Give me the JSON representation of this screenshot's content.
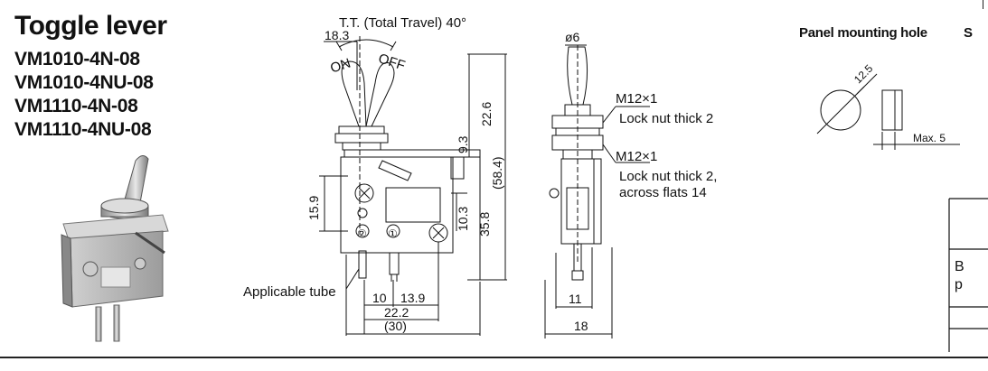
{
  "heading": {
    "title": "Toggle lever",
    "models": [
      "VM1010-4N-08",
      "VM1010-4NU-08",
      "VM1110-4N-08",
      "VM1110-4NU-08"
    ]
  },
  "front_view": {
    "total_travel": "T.T. (Total Travel) 40°",
    "dim_18_3": "18.3",
    "label_on": "ON",
    "label_off": "OFF",
    "dim_22_6": "22.6",
    "dim_9_3": "9.3",
    "dim_58_4": "(58.4)",
    "dim_15_9": "15.9",
    "dim_10_3": "10.3",
    "dim_35_8": "35.8",
    "port_2": "②",
    "port_1": "①",
    "applicable_tube": "Applicable tube",
    "dim_10": "10",
    "dim_13_9": "13.9",
    "dim_22_2": "22.2",
    "dim_30": "(30)"
  },
  "side_view": {
    "dim_phi6": "ø6",
    "thread_1": "M12×1",
    "locknut_1": "Lock nut thick 2",
    "thread_2": "M12×1",
    "locknut_2a": "Lock nut thick 2,",
    "locknut_2b": "across flats 14",
    "dim_11": "11",
    "dim_18": "18"
  },
  "panel": {
    "title": "Panel mounting hole",
    "cut_letter": "S",
    "dim_12_5": "12.5",
    "max": "Max. 5"
  },
  "table_edge": {
    "row_b": "B",
    "row_p": "p"
  }
}
